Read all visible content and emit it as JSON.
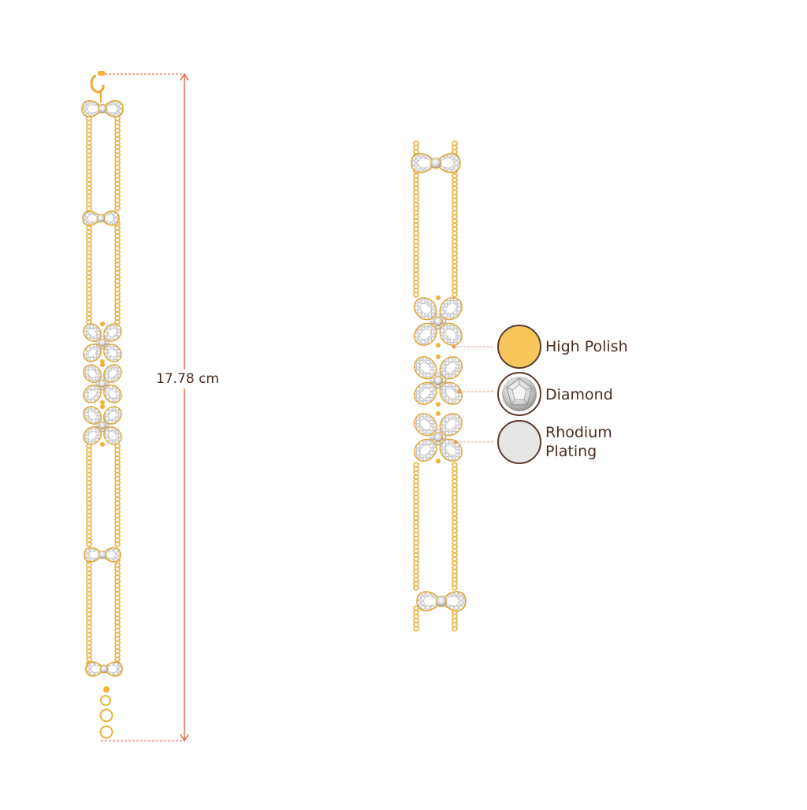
{
  "measurement": {
    "length_label": "17.78 cm"
  },
  "legend": {
    "high_polish": {
      "label": "High Polish",
      "color": "#f7c65d"
    },
    "diamond": {
      "label": "Diamond"
    },
    "rhodium": {
      "label_line1": "Rhodium",
      "label_line2": "Plating",
      "color": "#e6e6e6"
    }
  },
  "colors": {
    "gold": "#f2b53a",
    "gold_dark": "#d9961f",
    "measure_line": "#e4572e",
    "legend_border": "#5a3a2a",
    "text": "#4a2c1d"
  }
}
